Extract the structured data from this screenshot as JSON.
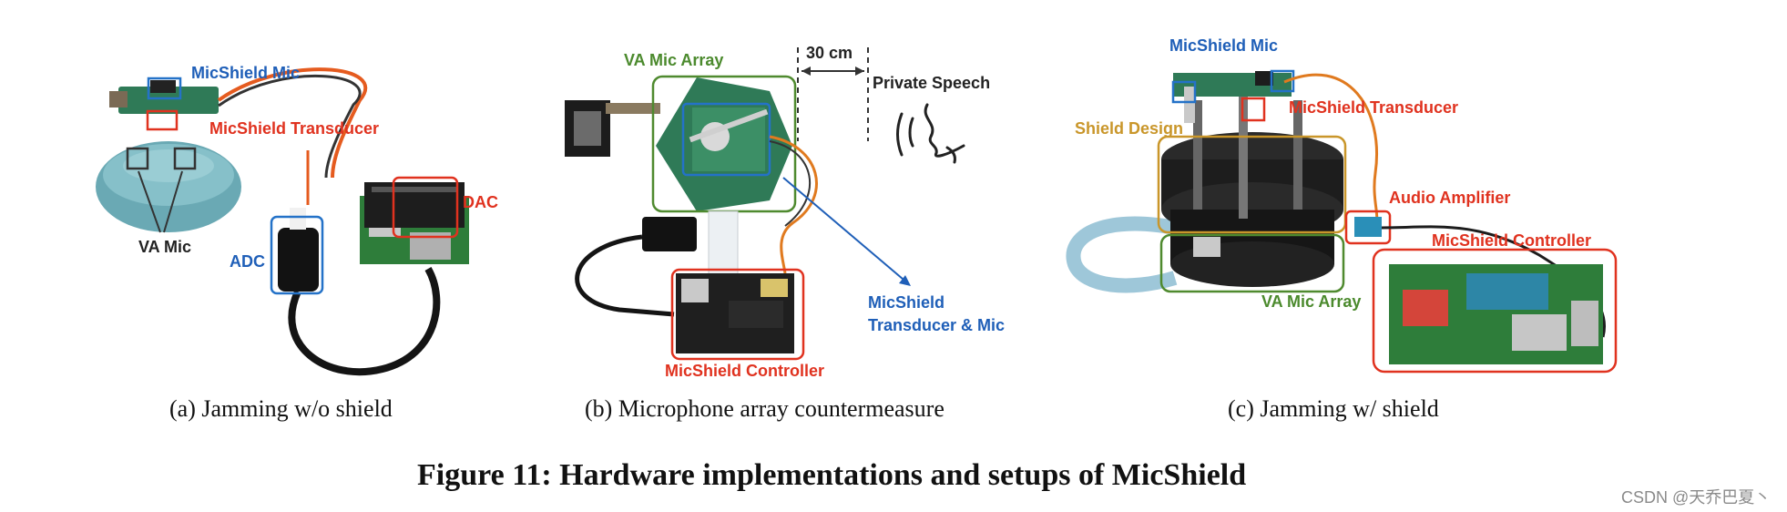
{
  "colors": {
    "blue_label": "#1f5fb8",
    "red_label": "#e0321f",
    "green_label": "#4b8a2d",
    "gold_label": "#c9962a",
    "dark_label": "#222222",
    "box_blue": "#2472c8",
    "box_red": "#e0321f",
    "box_green": "#4f8a2f",
    "box_gold": "#c9962a"
  },
  "panel_a": {
    "label_micshield_mic": "MicShield Mic",
    "label_micshield_transducer": "MicShield Transducer",
    "label_dac": "DAC",
    "label_adc": "ADC",
    "label_va_mic": "VA Mic",
    "caption": "(a)  Jamming w/o shield"
  },
  "panel_b": {
    "label_va_mic_array": "VA Mic Array",
    "label_distance": "30 cm",
    "label_private_speech": "Private Speech",
    "label_transducer_mic_line1": "MicShield",
    "label_transducer_mic_line2": "Transducer & Mic",
    "label_controller": "MicShield Controller",
    "caption": "(b)  Microphone array countermeasure"
  },
  "panel_c": {
    "label_micshield_mic": "MicShield Mic",
    "label_micshield_transducer": "MicShield Transducer",
    "label_shield_design": "Shield Design",
    "label_audio_amplifier": "Audio Amplifier",
    "label_controller": "MicShield Controller",
    "label_va_mic_array": "VA Mic Array",
    "caption": "(c)  Jamming w/ shield"
  },
  "figure_caption": "Figure 11: Hardware implementations and setups of MicShield",
  "watermark": "CSDN @天乔巴夏丶"
}
